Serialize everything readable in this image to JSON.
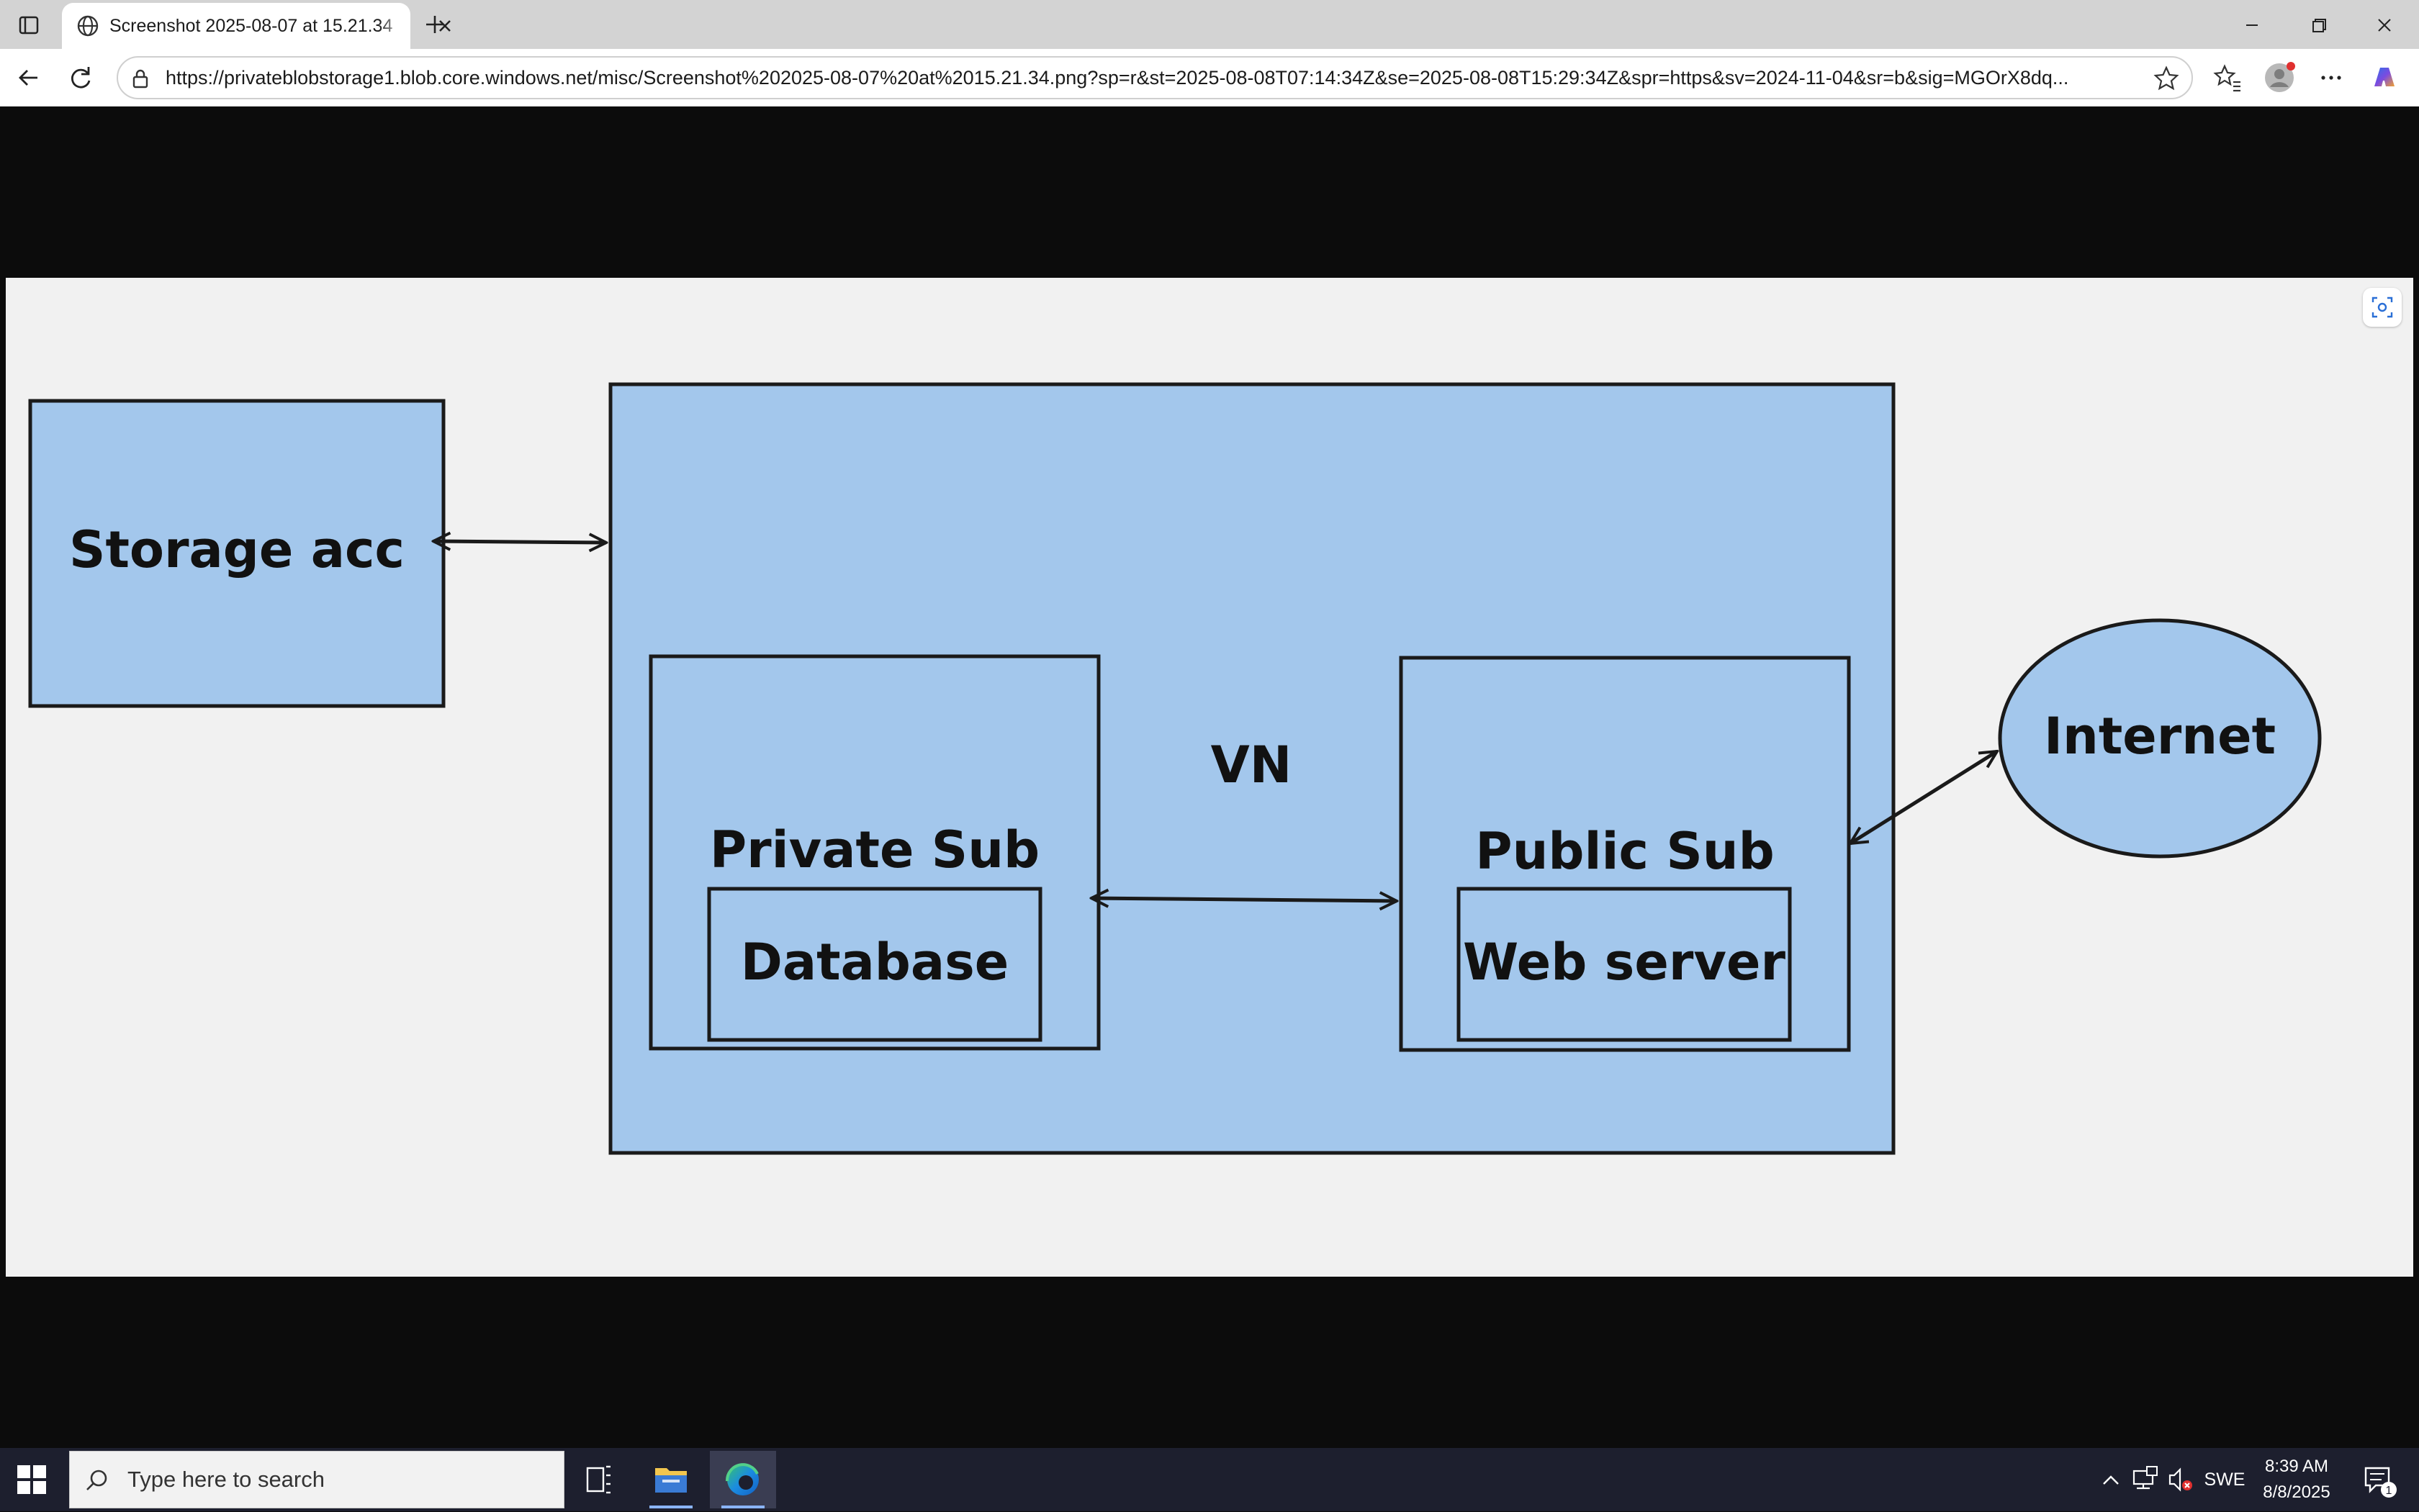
{
  "browser": {
    "tab_title": "Screenshot 2025-08-07 at 15.21.34",
    "url": "https://privateblobstorage1.blob.core.windows.net/misc/Screenshot%202025-08-07%20at%2015.21.34.png?sp=r&st=2025-08-08T07:14:34Z&se=2025-08-08T15:29:34Z&spr=https&sv=2024-11-04&sr=b&sig=MGOrX8dq...",
    "icons": {
      "tab_actions": "tab-actions-icon",
      "favicon": "globe-icon",
      "close_tab": "close-icon",
      "new_tab": "plus-icon",
      "minimize": "minimize-icon",
      "restore": "restore-icon",
      "close_window": "close-icon",
      "back": "back-arrow-icon",
      "refresh": "refresh-icon",
      "site_info": "lock-icon",
      "favorite": "star-icon",
      "favorites": "favorites-icon",
      "profile": "profile-icon",
      "more": "more-icon",
      "copilot": "copilot-icon",
      "visual_search": "visual-search-icon"
    }
  },
  "diagram": {
    "storage_label": "Storage acc",
    "vnet_label": "VN",
    "private_subnet_label": "Private Sub",
    "database_label": "Database",
    "public_subnet_label": "Public Sub",
    "webserver_label": "Web server",
    "internet_label": "Internet",
    "colors": {
      "fill": "#a3c7ec",
      "stroke": "#1a1a1a",
      "canvas": "#f1f1f1"
    }
  },
  "taskbar": {
    "search_placeholder": "Type here to search",
    "language": "SWE",
    "time": "8:39 AM",
    "date": "8/8/2025",
    "notification_count": "1",
    "icons": {
      "start": "windows-start-icon",
      "search": "search-icon",
      "task_view": "task-view-icon",
      "file_explorer": "file-explorer-icon",
      "edge": "edge-icon",
      "show_hidden": "chevron-up-icon",
      "network": "network-icon",
      "volume": "volume-muted-icon",
      "notifications": "notifications-icon"
    }
  }
}
